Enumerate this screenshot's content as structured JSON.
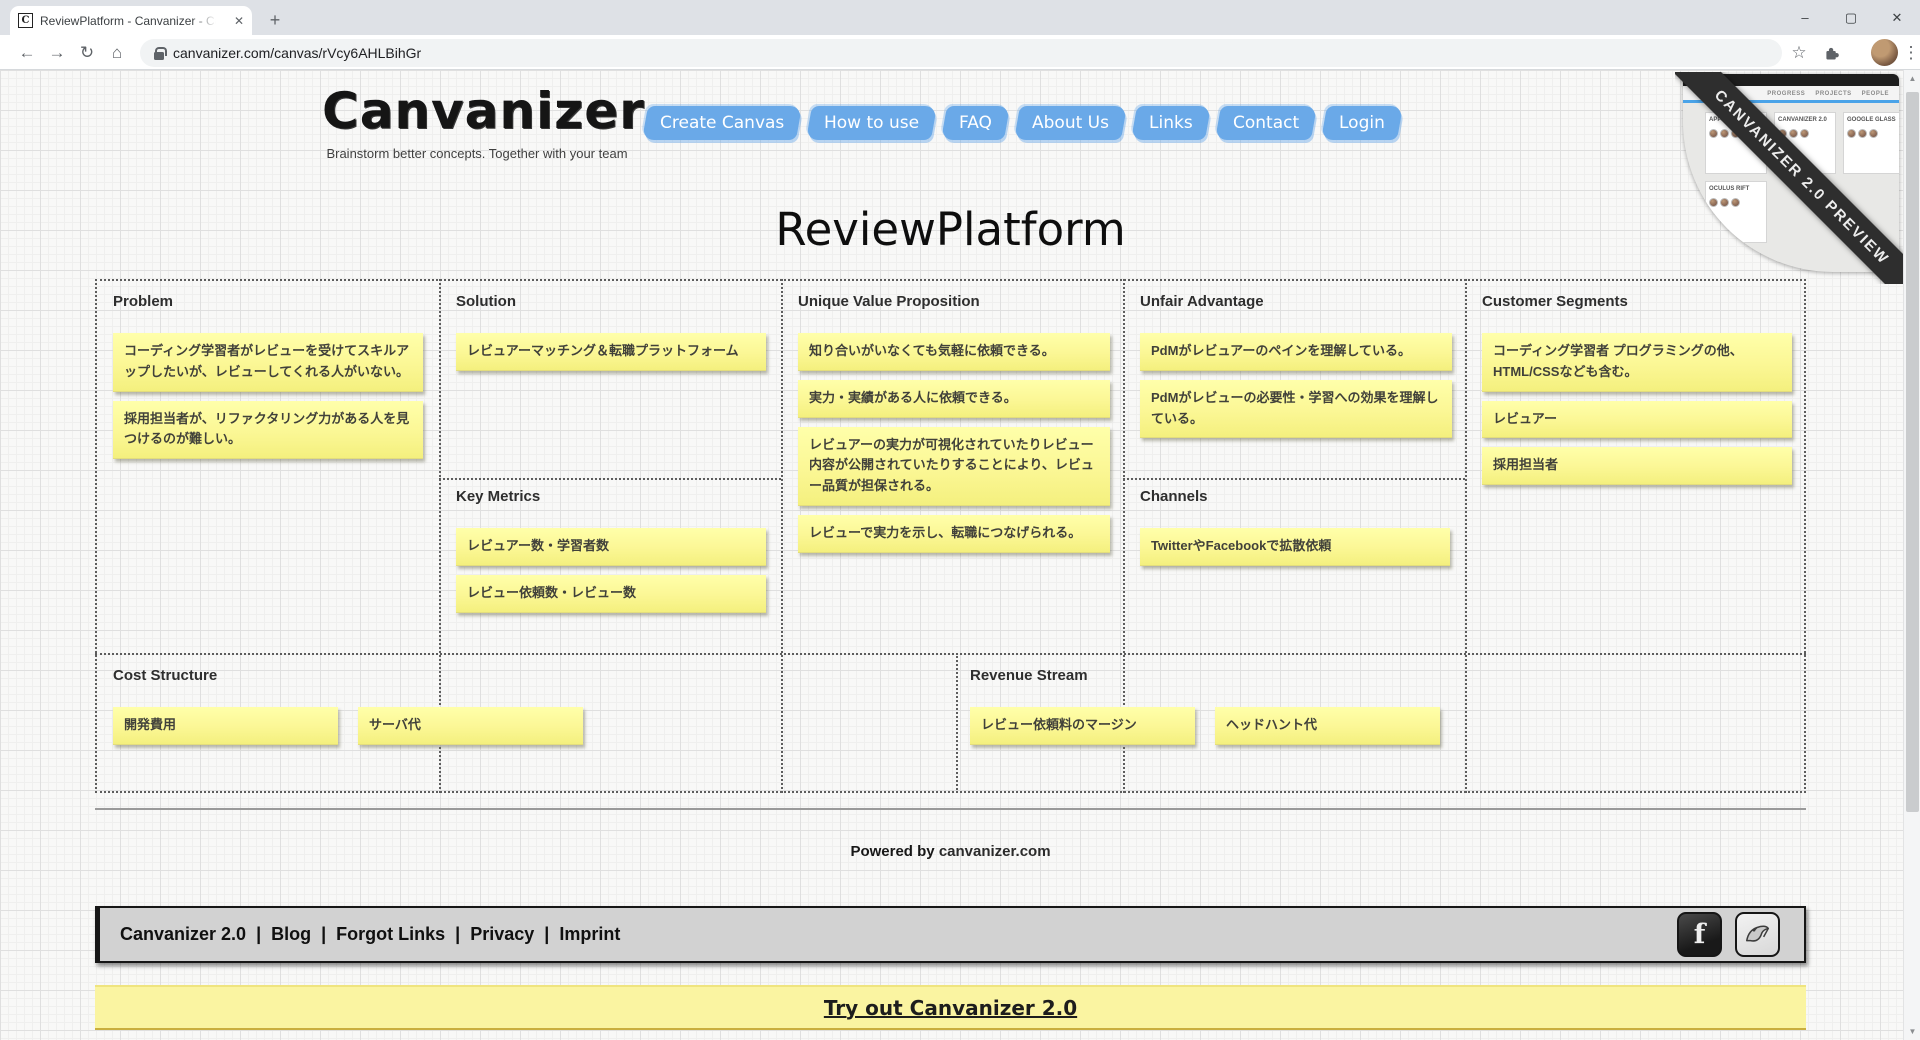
{
  "browser": {
    "tab": {
      "title": "ReviewPlatform - Canvanizer - Ca",
      "favicon": "C"
    },
    "url": "canvanizer.com/canvas/rVcy6AHLBihGr",
    "icons": {
      "back": "←",
      "forward": "→",
      "reload": "↻",
      "home": "⌂",
      "bookmark": "☆",
      "menu": "⋮",
      "new_tab": "+",
      "tab_close": "✕",
      "minimize": "–",
      "maximize": "▢",
      "close": "✕",
      "scroll_up": "▲",
      "scroll_down": "▼"
    }
  },
  "header": {
    "logo": "Canvanizer",
    "tagline": "Brainstorm better concepts. Together with your team",
    "nav": [
      "Create Canvas",
      "How to use",
      "FAQ",
      "About Us",
      "Links",
      "Contact",
      "Login"
    ]
  },
  "preview": {
    "ribbon": "CANVANIZER 2.0 PREVIEW",
    "tabs": [
      "PROGRESS",
      "PROJECTS",
      "PEOPLE"
    ],
    "cards": [
      "APPLE PROJECT",
      "CANVANIZER 2.0",
      "GOOGLE GLASS",
      "OCULUS RIFT"
    ]
  },
  "canvas": {
    "title": "ReviewPlatform",
    "sections": {
      "problem": {
        "heading": "Problem",
        "notes": [
          "コーディング学習者がレビューを受けてスキルアップしたいが、レビューしてくれる人がいない。",
          "採用担当者が、リファクタリング力がある人を見つけるのが難しい。"
        ]
      },
      "solution": {
        "heading": "Solution",
        "notes": [
          "レビュアーマッチング＆転職プラットフォーム"
        ]
      },
      "key_metrics": {
        "heading": "Key Metrics",
        "notes": [
          "レビュアー数・学習者数",
          "レビュー依頼数・レビュー数"
        ]
      },
      "uvp": {
        "heading": "Unique Value Proposition",
        "notes": [
          "知り合いがいなくても気軽に依頼できる。",
          "実力・実績がある人に依頼できる。",
          "レビュアーの実力が可視化されていたりレビュー内容が公開されていたりすることにより、レビュー品質が担保される。",
          "レビューで実力を示し、転職につなげられる。"
        ]
      },
      "unfair_advantage": {
        "heading": "Unfair Advantage",
        "notes": [
          "PdMがレビュアーのペインを理解している。",
          "PdMがレビューの必要性・学習への効果を理解している。"
        ]
      },
      "channels": {
        "heading": "Channels",
        "notes": [
          "TwitterやFacebookで拡散依頼"
        ]
      },
      "customer_segments": {
        "heading": "Customer Segments",
        "notes": [
          "コーディング学習者 プログラミングの他、HTML/CSSなども含む。",
          "レビュアー",
          "採用担当者"
        ]
      },
      "cost_structure": {
        "heading": "Cost Structure",
        "notes": [
          "開発費用",
          "サーバ代"
        ]
      },
      "revenue_stream": {
        "heading": "Revenue Stream",
        "notes": [
          "レビュー依頼料のマージン",
          "ヘッドハント代"
        ]
      }
    }
  },
  "footer": {
    "powered_prefix": "Powered by",
    "powered_link": "canvanizer.com",
    "links": [
      "Canvanizer 2.0",
      "Blog",
      "Forgot Links",
      "Privacy",
      "Imprint"
    ],
    "cta": "Try out Canvanizer 2.0"
  },
  "colors": {
    "nav_blue": "#6aa9e8",
    "note_yellow": "#fbf795",
    "ribbon_dark": "#2e2e2e",
    "cta_yellow": "#faf4a1",
    "mock_accent_blue": "#4aa3e8"
  }
}
